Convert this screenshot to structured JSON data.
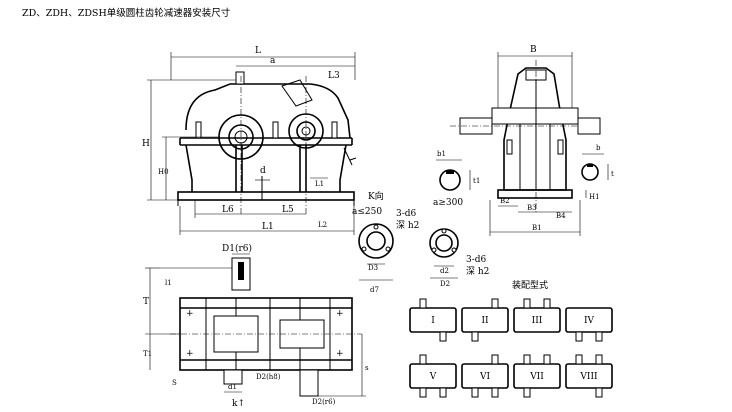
{
  "title": "ZD、ZDH、ZDSH单级圆柱齿轮减速器安装尺寸",
  "front_view": {
    "dim_L": "L",
    "dim_a": "a",
    "dim_L3": "L3",
    "dim_H": "H",
    "dim_H0": "H0",
    "dim_d": "d",
    "dim_L1_small": "L1",
    "dim_L6": "L6",
    "dim_L5": "L5",
    "dim_L1": "L1",
    "dim_L2": "L2"
  },
  "side_view": {
    "dim_B": "B",
    "dim_b1": "b1",
    "dim_t1": "t1",
    "dim_b": "b",
    "dim_t": "t",
    "dim_B2": "B2",
    "dim_B3": "B3",
    "dim_B4": "B4",
    "dim_B1": "B1",
    "dim_H1": "H1",
    "note_a300": "a≥300"
  },
  "detail_K": {
    "title": "K向",
    "note_a250": "a≤250",
    "holes": "3-d6",
    "depth": "深 h2",
    "dim_D3": "D3",
    "dim_d7": "d7"
  },
  "detail_right": {
    "holes": "3-d6",
    "depth": "深 h2",
    "dim_d2": "d2",
    "dim_D2": "D2"
  },
  "plan_view": {
    "label_D1": "D1(r6)",
    "label_D2h8": "D2(h8)",
    "label_D2r6": "D2(r6)",
    "dim_T": "T",
    "dim_T1": "T1",
    "dim_l1": "l1",
    "dim_s": "s",
    "dim_S": "S",
    "dim_d1": "d1",
    "dim_k": "k↑"
  },
  "assembly": {
    "title": "装配型式",
    "types": [
      "I",
      "II",
      "III",
      "IV",
      "V",
      "VI",
      "VII",
      "VIII"
    ]
  }
}
